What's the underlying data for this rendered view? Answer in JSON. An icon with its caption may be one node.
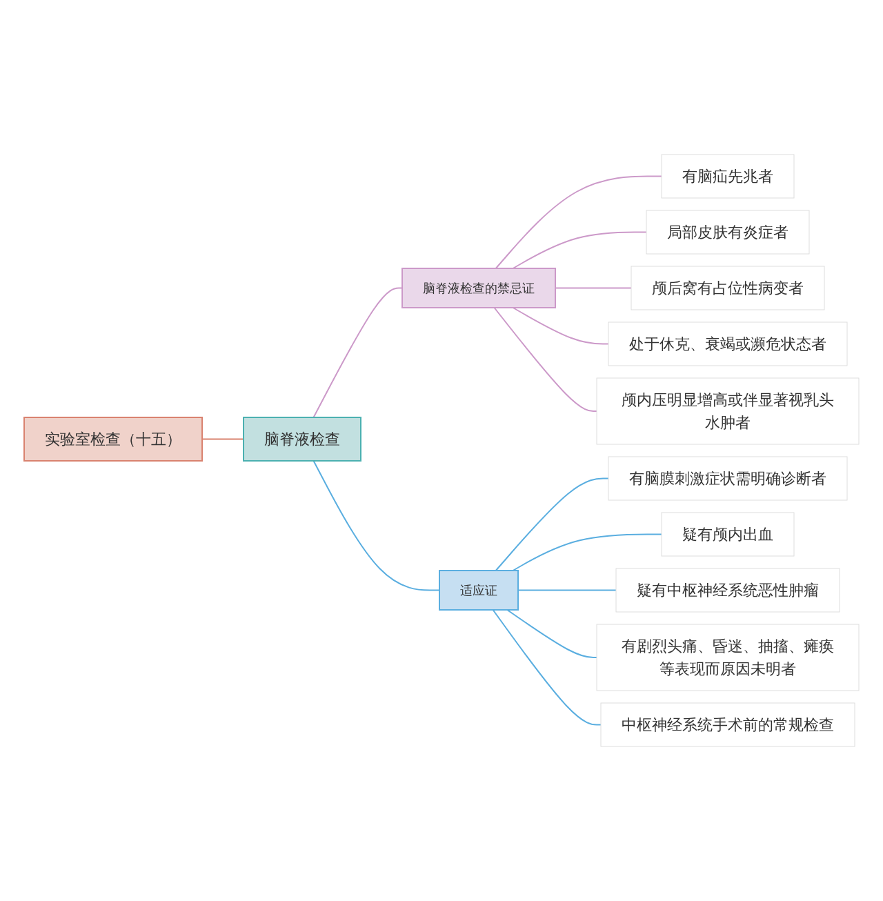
{
  "diagram": {
    "nodes": [
      {
        "text": [
          "实验室检查（十五）"
        ]
      },
      {
        "text": [
          "脑脊液检查"
        ]
      },
      {
        "text": [
          "脑脊液检查的禁忌证"
        ]
      },
      {
        "text": [
          "有脑疝先兆者"
        ]
      },
      {
        "text": [
          "局部皮肤有炎症者"
        ]
      },
      {
        "text": [
          "颅后窝有占位性病变者"
        ]
      },
      {
        "text": [
          "处于休克、衰竭或濒危状态者"
        ]
      },
      {
        "text": [
          "颅内压明显增高或伴显著视乳头水肿者"
        ]
      },
      {
        "text": [
          "适应证"
        ]
      },
      {
        "text": [
          "有脑膜刺激症状需明确诊断者"
        ]
      },
      {
        "text": [
          "疑有颅内出血"
        ]
      },
      {
        "text": [
          "疑有中枢神经系统恶性肿瘤"
        ]
      },
      {
        "text": [
          "有剧烈头痛、昏迷、抽搐、瘫痪等表现而原因未明者"
        ]
      },
      {
        "text": [
          "中枢神经系统手术前的常规检查"
        ]
      }
    ],
    "edges": [
      {
        "from": 0,
        "to": 1,
        "arrow": "none",
        "color": "#d9826f"
      },
      {
        "from": 1,
        "to": 2,
        "arrow": "none",
        "color": "#cc99c9"
      },
      {
        "from": 1,
        "to": 8,
        "arrow": "none",
        "color": "#5aaee0"
      },
      {
        "from": 2,
        "to": 3,
        "arrow": "none",
        "color": "#cc99c9"
      },
      {
        "from": 2,
        "to": 4,
        "arrow": "none",
        "color": "#cc99c9"
      },
      {
        "from": 2,
        "to": 5,
        "arrow": "none",
        "color": "#cc99c9"
      },
      {
        "from": 2,
        "to": 6,
        "arrow": "none",
        "color": "#cc99c9"
      },
      {
        "from": 2,
        "to": 7,
        "arrow": "none",
        "color": "#cc99c9"
      },
      {
        "from": 8,
        "to": 9,
        "arrow": "none",
        "color": "#5aaee0"
      },
      {
        "from": 8,
        "to": 10,
        "arrow": "none",
        "color": "#5aaee0"
      },
      {
        "from": 8,
        "to": 11,
        "arrow": "none",
        "color": "#5aaee0"
      },
      {
        "from": 8,
        "to": 12,
        "arrow": "none",
        "color": "#5aaee0"
      },
      {
        "from": 8,
        "to": 13,
        "arrow": "none",
        "color": "#5aaee0"
      }
    ]
  }
}
